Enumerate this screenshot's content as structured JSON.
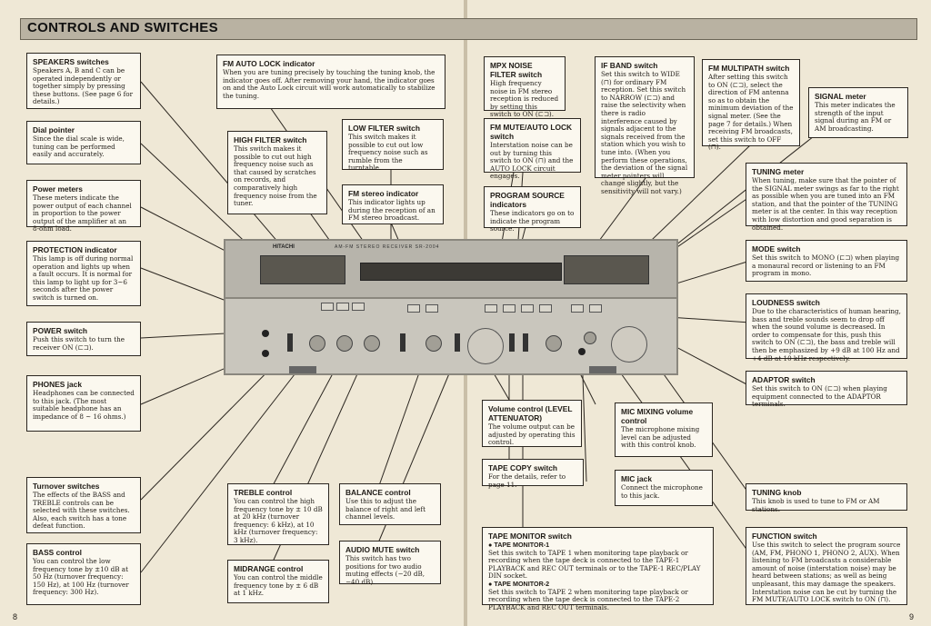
{
  "header": {
    "title": "CONTROLS AND SWITCHES"
  },
  "pages": {
    "left": "8",
    "right": "9"
  },
  "receiver": {
    "brand": "HITACHI",
    "model": "AM-FM STEREO RECEIVER SR-2004"
  },
  "callouts": {
    "speakers": {
      "title": "SPEAKERS switches",
      "desc": "Speakers A, B and C can be operated independently or together simply by pressing these buttons. (See page 6 for details.)"
    },
    "dial_pointer": {
      "title": "Dial pointer",
      "desc": "Since the dial scale is wide, tuning can be performed easily and accurately."
    },
    "power_meters": {
      "title": "Power meters",
      "desc": "These meters indicate the power output of each channel in proportion to the power output of the amplifier at an 8-ohm load."
    },
    "protection": {
      "title": "PROTECTION indicator",
      "desc": "This lamp is off during normal operation and lights up when a fault occurs. It is normal for this lamp to light up for 3~6 seconds after the power switch is turned on."
    },
    "power_switch": {
      "title": "POWER switch",
      "desc": "Push this switch to turn the receiver ON (⊏⊐)."
    },
    "phones": {
      "title": "PHONES jack",
      "desc": "Headphones can be connected to this jack. (The most suitable headphone has an impedance of 8 ~ 16 ohms.)"
    },
    "turnover": {
      "title": "Turnover switches",
      "desc": "The effects of the BASS and TREBLE controls can be selected with these switches. Also, each switch has a tone defeat function."
    },
    "bass": {
      "title": "BASS control",
      "desc": "You can control the low frequency tone by ±10 dB at 50 Hz (turnover frequency: 150 Hz), at 100 Hz (turnover frequency: 300 Hz)."
    },
    "fm_auto_lock": {
      "title": "FM AUTO LOCK indicator",
      "desc": "When you are tuning precisely by touching the tuning knob, the indicator goes off. After removing your hand, the indicator goes on and the Auto Lock circuit will work automatically to stabilize the tuning."
    },
    "high_filter": {
      "title": "HIGH FILTER switch",
      "desc": "This switch makes it possible to cut out high frequency noise such as that caused by scratches on records, and comparatively high frequency noise from the tuner."
    },
    "low_filter": {
      "title": "LOW FILTER switch",
      "desc": "This switch makes it possible to cut out low frequency noise such as rumble from the turntable."
    },
    "fm_stereo": {
      "title": "FM stereo indicator",
      "desc": "This indicator lights up during the reception of an FM stereo broadcast."
    },
    "mpx": {
      "title": "MPX NOISE FILTER switch",
      "desc": "High frequency noise in FM stereo reception is reduced by setting this switch to ON (⊏⊐)."
    },
    "fm_mute": {
      "title": "FM MUTE/AUTO LOCK switch",
      "desc": "Interstation noise can be out by turning this switch to ON (⊓) and the AUTO LOCK circuit engages."
    },
    "program_source": {
      "title": "PROGRAM SOURCE indicators",
      "desc": "These indicators go on to indicate the program source."
    },
    "if_band": {
      "title": "IF BAND switch",
      "desc": "Set this switch to WIDE (⊓) for ordinary FM reception. Set this switch to NARROW (⊏⊐) and raise the selectivity when there is radio interference caused by signals adjacent to the signals received from the station which you wish to tune into. (When you perform these operations, the deviation of the signal meter pointers will change slightly, but the sensitivity will not vary.)"
    },
    "fm_multipath": {
      "title": "FM MULTIPATH switch",
      "desc": "After setting this switch to ON (⊏⊐), select the direction of FM antenna so as to obtain the minimum deviation of the signal meter. (See the page 7 for details.) When receiving FM broadcasts, set this switch to OFF (⊓)."
    },
    "signal_meter": {
      "title": "SIGNAL meter",
      "desc": "This meter indicates the strength of the input signal during an FM or AM broadcasting."
    },
    "tuning_meter": {
      "title": "TUNING meter",
      "desc": "When tuning, make sure that the pointer of the SIGNAL meter swings as far to the right as possible when you are tuned into an FM station, and that the pointer of the TUNING meter is at the center. In this way reception with low distortion and good separation is obtained."
    },
    "mode": {
      "title": "MODE switch",
      "desc": "Set this switch to MONO (⊏⊐) when playing a monaural record or listening to an FM program in mono."
    },
    "loudness": {
      "title": "LOUDNESS switch",
      "desc": "Due to the characteristics of human hearing, bass and treble sounds seem to drop off when the sound volume is decreased. In order to compensate for this, push this switch to ON (⊏⊐), the bass and treble will then be emphasized by +9 dB at 100 Hz and +4 dB at 10 kHz respectively."
    },
    "adaptor": {
      "title": "ADAPTOR switch",
      "desc": "Set this switch to ON (⊏⊐) when playing equipment connected to the ADAPTOR terminals."
    },
    "tuning_knob": {
      "title": "TUNING knob",
      "desc": "This knob is used to tune to FM or AM stations."
    },
    "function": {
      "title": "FUNCTION switch",
      "desc": "Use this switch to select the program source (AM, FM, PHONO 1, PHONO 2, AUX). When listening to FM broadcasts a considerable amount of noise (interstation noise) may be heard between stations; as well as being unpleasant, this may damage the speakers. Interstation noise can be cut by turning the FM MUTE/AUTO LOCK switch to ON (⊓)."
    },
    "treble": {
      "title": "TREBLE control",
      "desc": "You can control the high frequency tone by ± 10 dB at 20 kHz (turnover frequency: 6 kHz), at 10 kHz (turnover frequency: 3 kHz)."
    },
    "midrange": {
      "title": "MIDRANGE control",
      "desc": "You can control the middle frequency tone by ± 6 dB at 1 kHz."
    },
    "balance": {
      "title": "BALANCE control",
      "desc": "Use this to adjust the balance of right and left channel levels."
    },
    "audio_mute": {
      "title": "AUDIO MUTE switch",
      "desc": "This switch has two positions for two audio muting effects (−20 dB, −40 dB)."
    },
    "volume": {
      "title": "Volume control (LEVEL ATTENUATOR)",
      "desc": "The volume output can be adjusted by operating this control."
    },
    "tape_copy": {
      "title": "TAPE COPY switch",
      "desc": "For the details, refer to page 11."
    },
    "mic_mixing": {
      "title": "MIC MIXING volume control",
      "desc": "The microphone mixing level can be adjusted with this control knob."
    },
    "mic_jack": {
      "title": "MIC jack",
      "desc": "Connect the microphone to this jack."
    },
    "tape_monitor": {
      "title": "TAPE MONITOR switch",
      "b1": "● TAPE MONITOR-1",
      "d1": "Set this switch to TAPE 1 when monitoring tape playback or recording when the tape deck is connected to the TAPE-1 PLAYBACK and REC OUT terminals or to the TAPE-1 REC/PLAY DIN socket.",
      "b2": "● TAPE MONITOR-2",
      "d2": "Set this switch to TAPE 2 when monitoring tape playback or recording when the tape deck is connected to the TAPE-2 PLAYBACK and REC OUT terminals."
    }
  }
}
